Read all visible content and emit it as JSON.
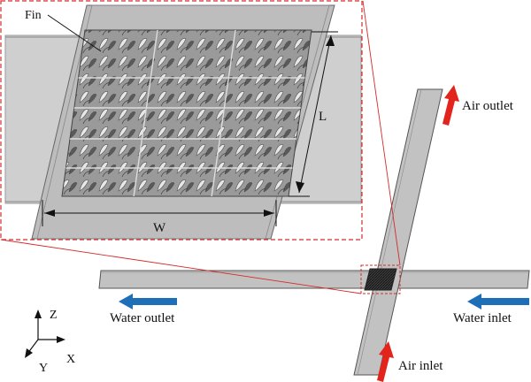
{
  "labels": {
    "fin": "Fin",
    "length": "L",
    "width": "W",
    "air_outlet": "Air outlet",
    "air_inlet": "Air inlet",
    "water_outlet": "Water outlet",
    "water_inlet": "Water inlet"
  },
  "axes": {
    "z": "Z",
    "y": "Y",
    "x": "X"
  },
  "colors": {
    "air_arrow": "#e3241c",
    "water_arrow": "#1d6fb8",
    "zoom_outline": "#d62a2a",
    "plate_fill": "#c2c2c2",
    "plate_edge": "#555555"
  }
}
